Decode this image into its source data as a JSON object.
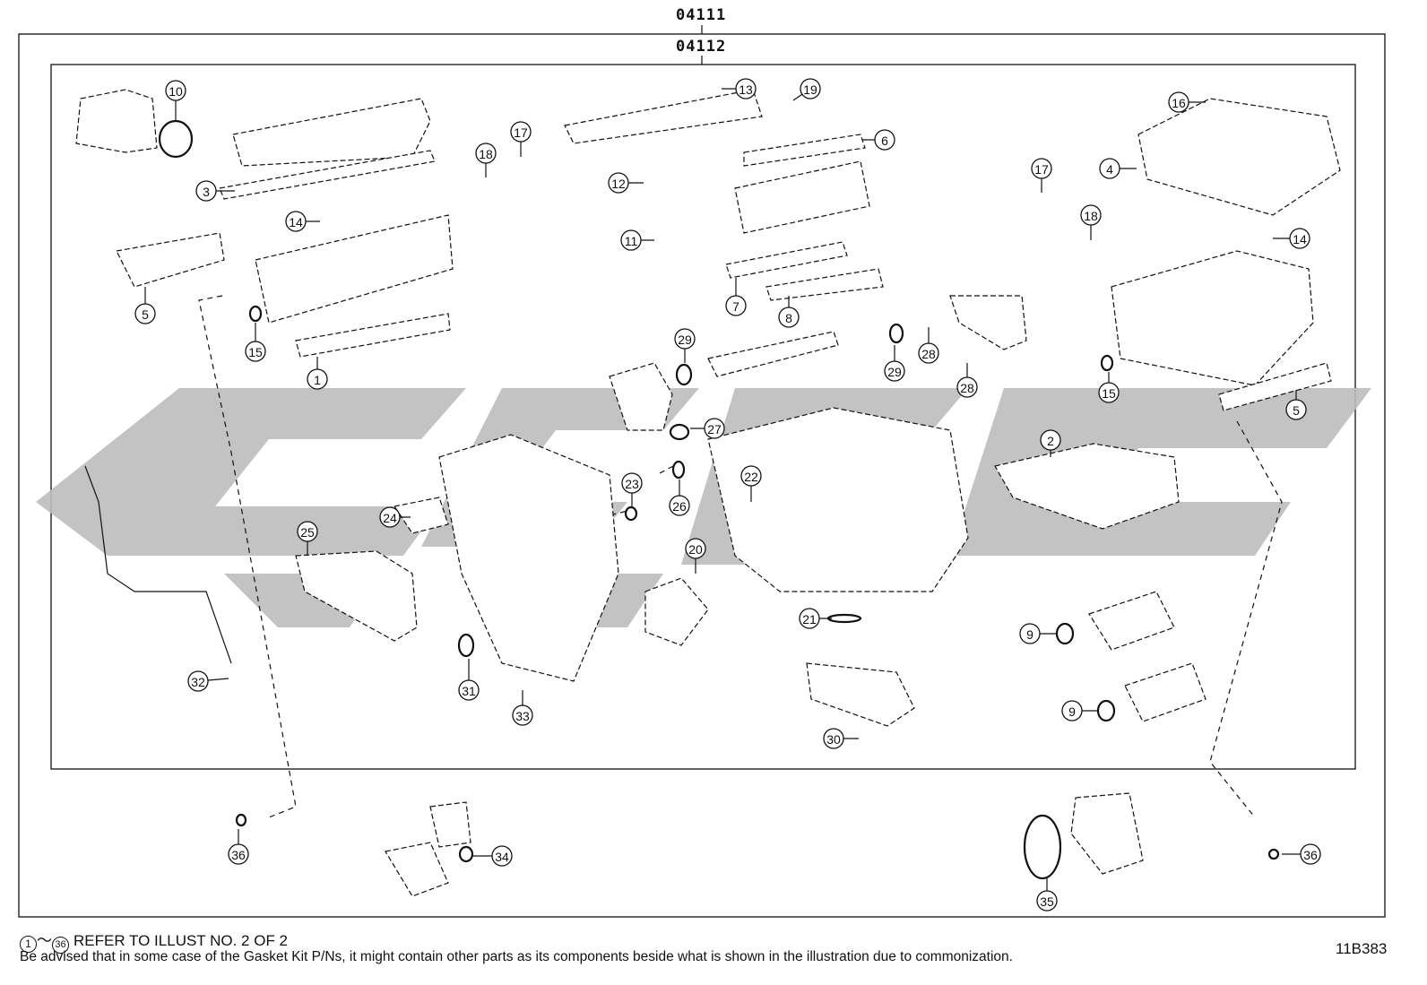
{
  "diagram": {
    "outer_part_number": "04111",
    "inner_part_number": "04112",
    "illustration_code": "11B383",
    "footnote_range_start": "1",
    "footnote_range_end": "36",
    "footnote_reference": "REFER TO ILLUST NO. 2 OF 2",
    "footnote_disclaimer": "Be advised that in some case of the Gasket Kit P/Ns,  it might contain other parts as its components beside what is shown in the illustration due to commonization.",
    "callout_numbers": [
      "1",
      "2",
      "3",
      "4",
      "5",
      "5",
      "6",
      "7",
      "8",
      "9",
      "9",
      "10",
      "11",
      "12",
      "13",
      "14",
      "14",
      "15",
      "15",
      "16",
      "17",
      "17",
      "18",
      "18",
      "19",
      "20",
      "21",
      "22",
      "23",
      "24",
      "25",
      "26",
      "27",
      "28",
      "28",
      "29",
      "29",
      "30",
      "31",
      "32",
      "33",
      "34",
      "35",
      "36",
      "36"
    ]
  }
}
